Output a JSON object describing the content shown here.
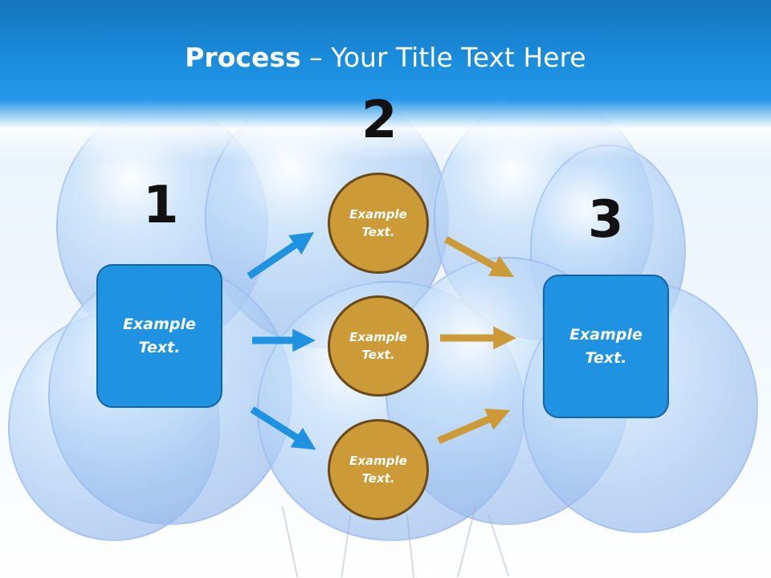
{
  "title": {
    "bold": "Process",
    "rest": " – Your Title Text Here"
  },
  "steps": {
    "one": "1",
    "two": "2",
    "three": "3"
  },
  "boxes": {
    "left": "Example\nText.",
    "right": "Example\nText."
  },
  "circles": {
    "top": "Example\nText.",
    "middle": "Example\nText.",
    "bottom": "Example\nText."
  },
  "colors": {
    "blue_arrow": "#1f93e2",
    "gold_arrow": "#cc9a36",
    "box": "#1f93e2",
    "circle": "#cc9a36"
  }
}
